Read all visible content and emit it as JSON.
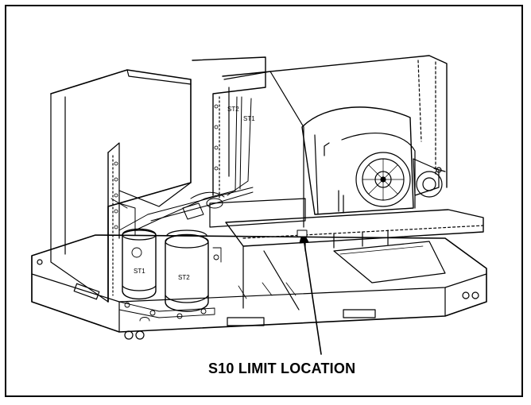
{
  "figure": {
    "callout_label": "S10 LIMIT LOCATION",
    "part_labels": {
      "st1_coil": "ST1",
      "st2_coil": "ST2",
      "st1_compressor": "ST1",
      "st2_compressor": "ST2"
    },
    "line_color": "#000000",
    "background": "#ffffff"
  }
}
